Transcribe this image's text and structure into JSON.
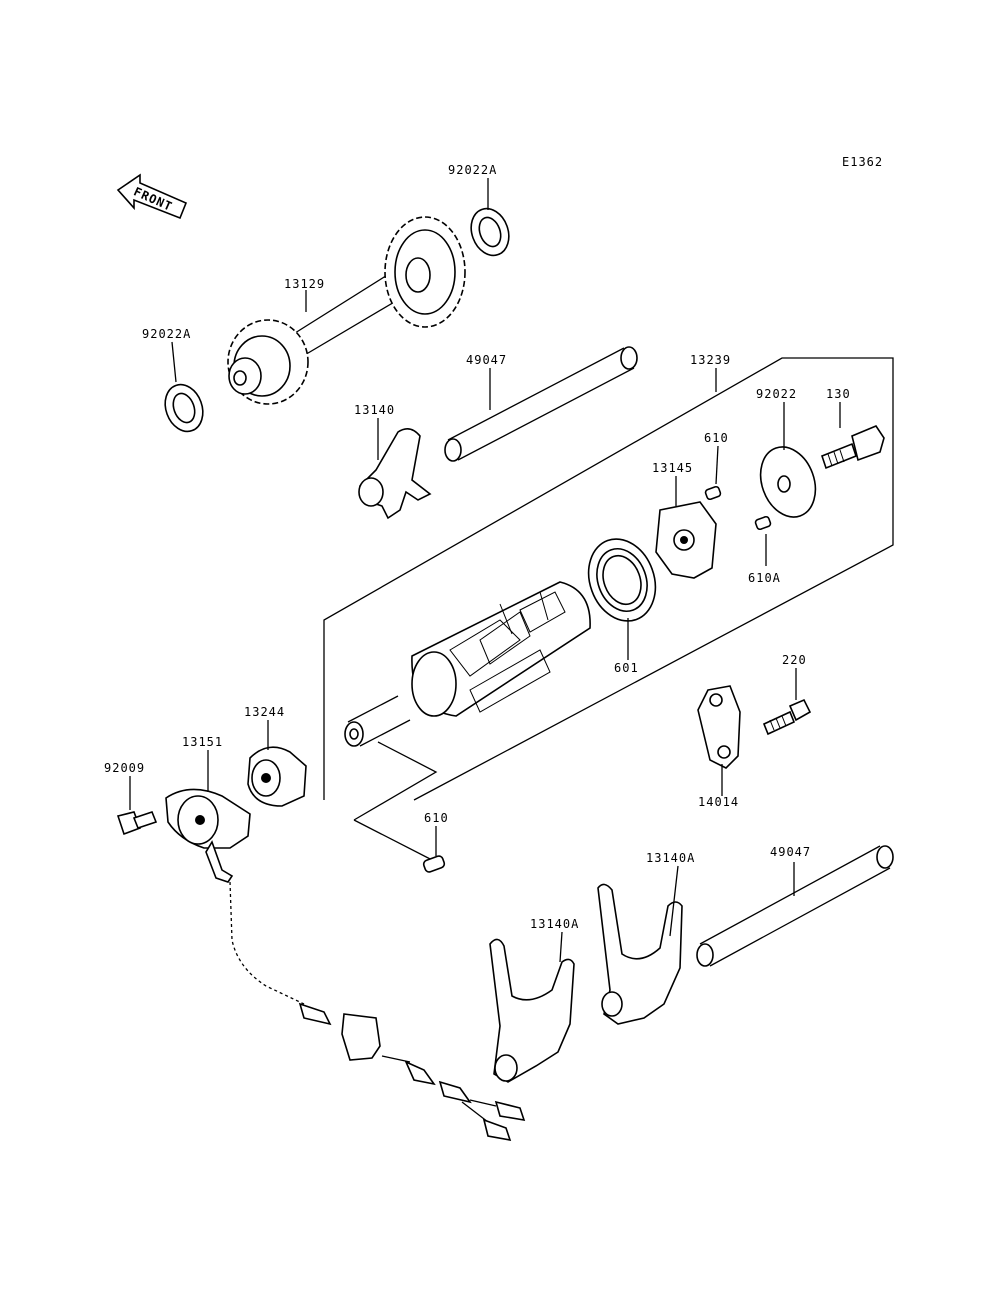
{
  "diagram": {
    "code": "E1362",
    "front_label": "FRONT",
    "labels": {
      "washer_top": "92022A",
      "gear_shaft": "13129",
      "washer_left": "92022A",
      "rod_upper": "49047",
      "drum_assembly": "13239",
      "washer_right": "92022",
      "bolt_right": "130",
      "fork_upper": "13140",
      "pin_upper": "610",
      "pin_holder": "13145",
      "pin_lower": "610A",
      "bearing": "601",
      "screw": "220",
      "cam_13244": "13244",
      "switch": "13151",
      "bolt_left": "92009",
      "plate": "14014",
      "pin_drum": "610",
      "rod_lower": "49047",
      "fork_right": "13140A",
      "fork_left": "13140A"
    }
  }
}
